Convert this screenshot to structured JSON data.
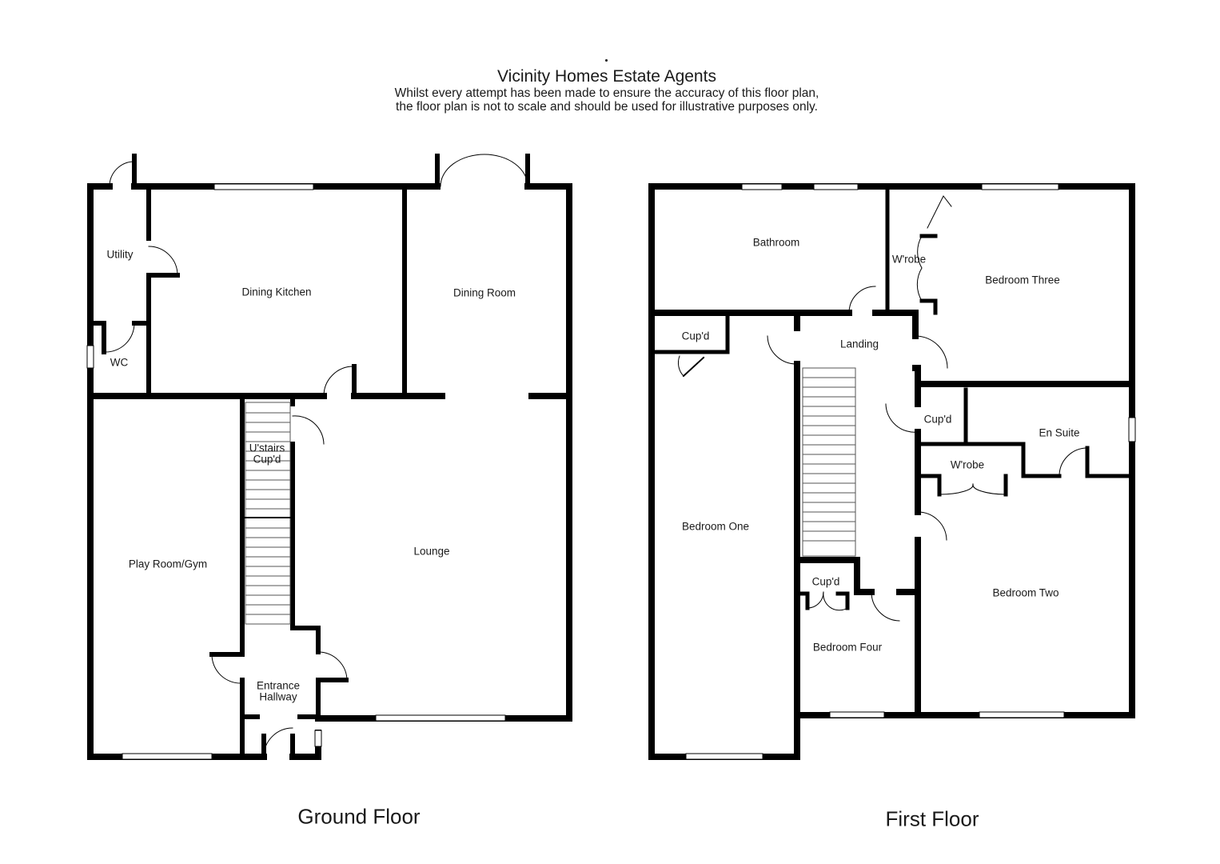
{
  "header": {
    "company": "Vicinity Homes Estate Agents",
    "disclaimer_line1": "Whilst every attempt has been made to ensure the accuracy of this floor plan,",
    "disclaimer_line2": "the floor plan is not to scale and should be used for illustrative purposes only."
  },
  "ground_floor": {
    "title": "Ground Floor",
    "rooms": {
      "utility": "Utility",
      "wc": "WC",
      "dining_kitchen": "Dining Kitchen",
      "dining_room": "Dining Room",
      "ustairs_cupd_1": "U'stairs",
      "ustairs_cupd_2": "Cup'd",
      "play_room": "Play Room/Gym",
      "lounge": "Lounge",
      "entrance_1": "Entrance",
      "entrance_2": "Hallway"
    }
  },
  "first_floor": {
    "title": "First Floor",
    "rooms": {
      "bathroom": "Bathroom",
      "wrobe_bed3": "W'robe",
      "bedroom_three": "Bedroom Three",
      "cupd_bed1": "Cup'd",
      "landing": "Landing",
      "cupd_landing": "Cup'd",
      "en_suite": "En Suite",
      "wrobe_bed2": "W'robe",
      "bedroom_one": "Bedroom One",
      "bedroom_two": "Bedroom Two",
      "cupd_bed4": "Cup'd",
      "bedroom_four": "Bedroom Four"
    }
  }
}
